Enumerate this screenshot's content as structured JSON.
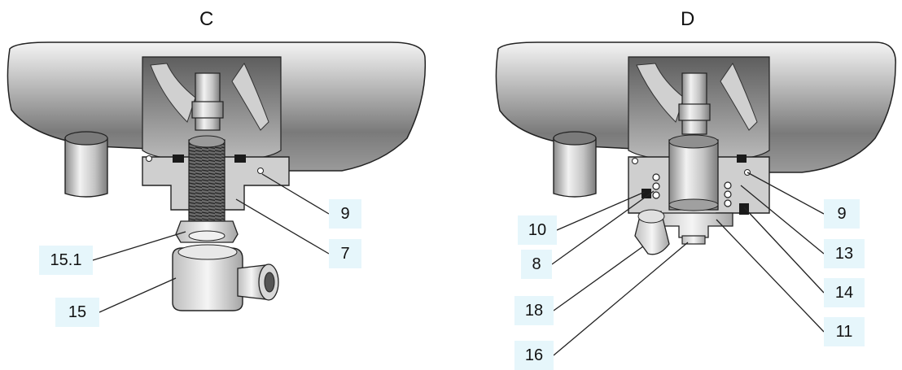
{
  "views": {
    "left": {
      "title": "C"
    },
    "right": {
      "title": "D"
    }
  },
  "callouts": {
    "c_9": "9",
    "c_7": "7",
    "c_15_1": "15.1",
    "c_15": "15",
    "d_10": "10",
    "d_8": "8",
    "d_18": "18",
    "d_16": "16",
    "d_9": "9",
    "d_13": "13",
    "d_14": "14",
    "d_11": "11"
  },
  "colors": {
    "metal_dark": "#6f6f6f",
    "metal_mid": "#a9a9a9",
    "metal_light": "#e4e4e4",
    "callout_bg": "#e6f6fb",
    "seal": "#1a1a1a"
  }
}
